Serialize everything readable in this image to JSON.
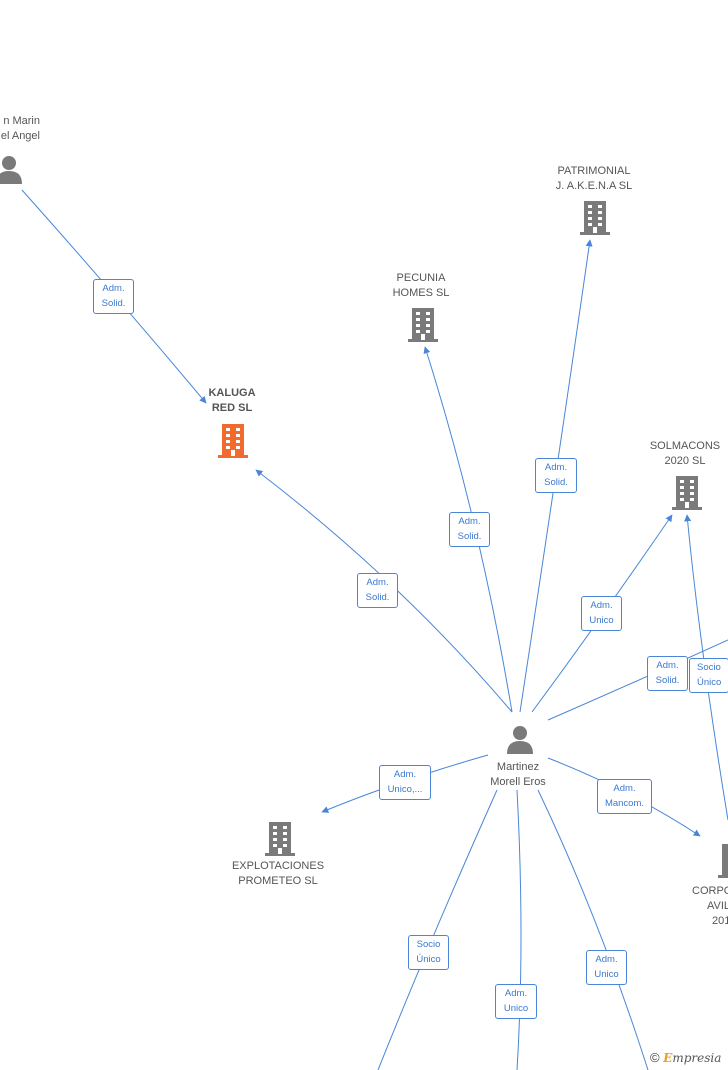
{
  "colors": {
    "edge": "#4a86d8",
    "company": "#7a7a7a",
    "focus_company": "#f26a2e",
    "person": "#7a7a7a"
  },
  "nodes": {
    "center_person": {
      "line1": "Martinez",
      "line2": "Morell Eros"
    },
    "top_person": {
      "line1": "n Marin",
      "line2": "el Angel"
    },
    "kaluga": {
      "line1": "KALUGA",
      "line2": "RED  SL"
    },
    "pecunia": {
      "line1": "PECUNIA",
      "line2": "HOMES  SL"
    },
    "patrimonial": {
      "line1": "PATRIMONIAL",
      "line2": "J. A.K.E.N.A  SL"
    },
    "solmacons": {
      "line1": "SOLMACONS",
      "line2": "2020  SL"
    },
    "explotaciones": {
      "line1": "EXPLOTACIONES",
      "line2": "PROMETEO  SL"
    },
    "corpo": {
      "line1": "CORPO",
      "line2": "AVIL",
      "line3": "201"
    }
  },
  "edge_labels": {
    "top_person_kaluga": {
      "line1": "Adm.",
      "line2": "Solid."
    },
    "center_kaluga": {
      "line1": "Adm.",
      "line2": "Solid."
    },
    "center_pecunia": {
      "line1": "Adm.",
      "line2": "Solid."
    },
    "center_patrimonial": {
      "line1": "Adm.",
      "line2": "Solid."
    },
    "center_solmacons": {
      "line1": "Adm.",
      "line2": "Unico"
    },
    "center_offright_1": {
      "line1": "Adm.",
      "line2": "Solid."
    },
    "solmacons_socio": {
      "line1": "Socio",
      "line2": "Único"
    },
    "center_explotaciones": {
      "line1": "Adm.",
      "line2": "Unico,..."
    },
    "center_corpo": {
      "line1": "Adm.",
      "line2": "Mancom."
    },
    "center_down_left": {
      "line1": "Socio",
      "line2": "Único"
    },
    "center_down_mid": {
      "line1": "Adm.",
      "line2": "Unico"
    },
    "center_down_right": {
      "line1": "Adm.",
      "line2": "Unico"
    }
  },
  "footer": {
    "copyright": "©",
    "brand_first": "E",
    "brand_rest": "mpresia"
  }
}
